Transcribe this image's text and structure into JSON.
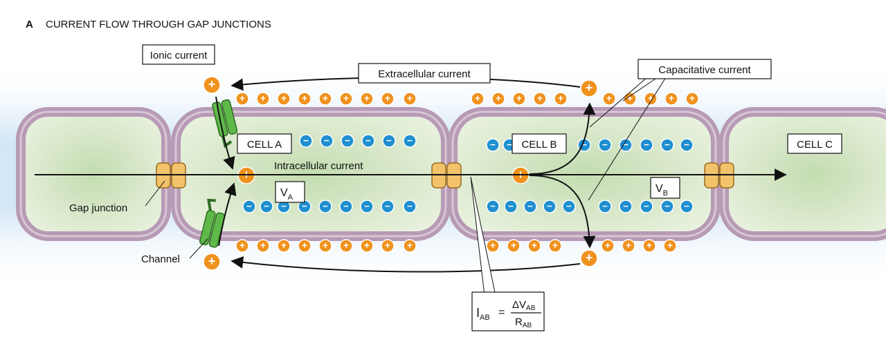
{
  "panel": {
    "letter": "A",
    "title": "CURRENT FLOW THROUGH GAP JUNCTIONS"
  },
  "labels": {
    "ionic_current": "Ionic current",
    "extracellular_current": "Extracellular current",
    "capacitative_current": "Capacitative current",
    "cell_a": "CELL A",
    "cell_b": "CELL B",
    "cell_c": "CELL C",
    "intracellular_current": "Intracellular current",
    "gap_junction": "Gap junction",
    "channel": "Channel",
    "va_main": "V",
    "va_sub": "A",
    "vb_main": "V",
    "vb_sub": "B"
  },
  "equation": {
    "lhs_main": "I",
    "lhs_sub": "AB",
    "equals": "=",
    "num_main": "ΔV",
    "num_sub": "AB",
    "den_main": "R",
    "den_sub": "AB"
  },
  "symbols": {
    "plus": "+",
    "minus": "−"
  },
  "colors": {
    "membrane": "#b79ab5",
    "membrane_line": "#d8c6d5",
    "cytoplasm": "#cfe3bf",
    "extracellular_glow": "#cfe4f5",
    "positive_charge": "#f0921e",
    "negative_charge": "#1f8fd0",
    "channel": "#5fb84a",
    "gap_junction": "#f2c36b"
  }
}
